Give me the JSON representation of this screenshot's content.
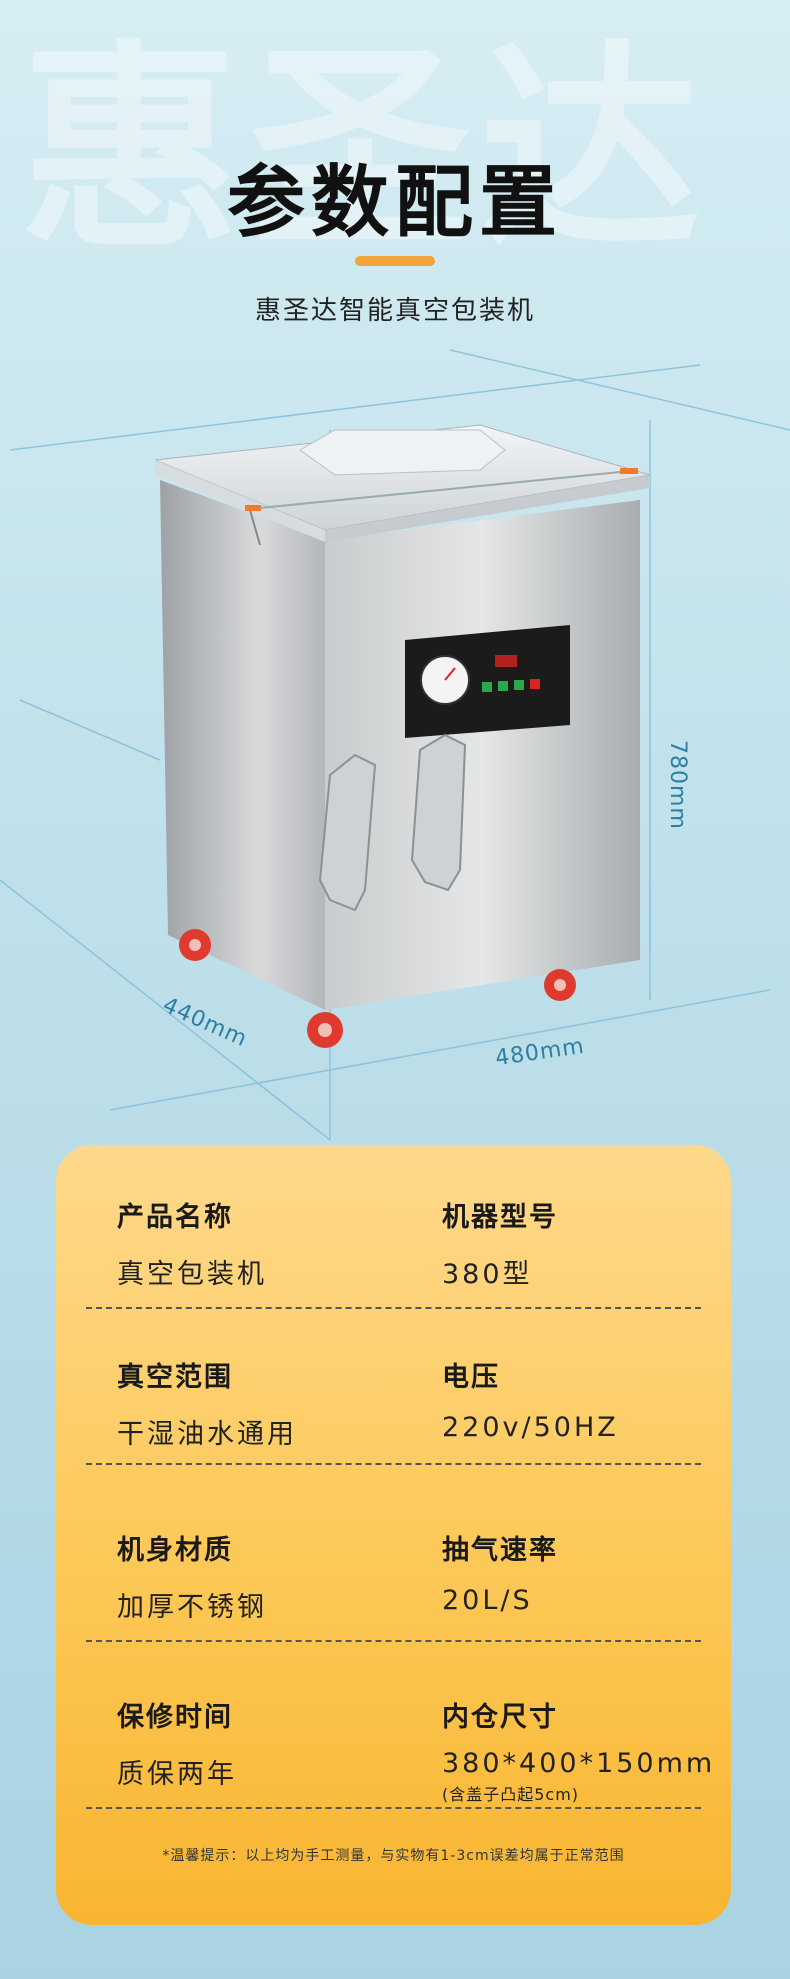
{
  "watermark": "惠圣达",
  "title": "参数配置",
  "subtitle": "惠圣达智能真空包装机",
  "dimensions": {
    "height": "780mm",
    "depth": "440mm",
    "width": "480mm"
  },
  "colors": {
    "accent": "#f2a33a",
    "steel": "#b9bcbf",
    "panel": "#1b1b1b",
    "wheel": "#e03a2e",
    "card": "#fcc651"
  },
  "specs": [
    {
      "left_label": "产品名称",
      "left_value": "真空包装机",
      "right_label": "机器型号",
      "right_value": "380型",
      "right_note": ""
    },
    {
      "left_label": "真空范围",
      "left_value": "干湿油水通用",
      "right_label": "电压",
      "right_value": "220v/50HZ",
      "right_note": ""
    },
    {
      "left_label": "机身材质",
      "left_value": "加厚不锈钢",
      "right_label": "抽气速率",
      "right_value": "20L/S",
      "right_note": ""
    },
    {
      "left_label": "保修时间",
      "left_value": "质保两年",
      "right_label": "内仓尺寸",
      "right_value": "380*400*150mm",
      "right_note": "(含盖子凸起5cm)"
    }
  ],
  "footer_note": "*温馨提示：以上均为手工测量，与实物有1-3cm误差均属于正常范围"
}
